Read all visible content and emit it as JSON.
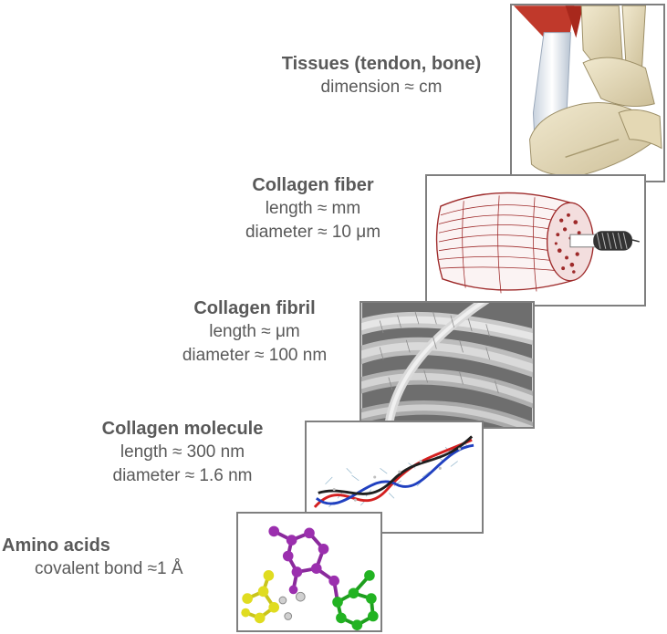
{
  "levels": [
    {
      "title": "Tissues (tendon, bone)",
      "lines": [
        "dimension ≈ cm"
      ],
      "image": "tendon-bone-illustration"
    },
    {
      "title": "Collagen fiber",
      "lines": [
        "length ≈ mm",
        "diameter ≈ 10 μm"
      ],
      "image": "collagen-fiber-illustration"
    },
    {
      "title": "Collagen fibril",
      "lines": [
        "length ≈ μm",
        "diameter ≈ 100 nm"
      ],
      "image": "collagen-fibril-micrograph"
    },
    {
      "title": "Collagen molecule",
      "lines": [
        "length ≈ 300 nm",
        "diameter ≈ 1.6 nm"
      ],
      "image": "triple-helix-model"
    },
    {
      "title": "Amino acids",
      "lines": [
        "covalent bond ≈1 Å"
      ],
      "image": "amino-acid-ball-and-stick"
    }
  ],
  "colors": {
    "text": "#595959",
    "panel_border": "#7f7f7f",
    "fiber_red": "#9e2a2a",
    "helix_red": "#d42020",
    "helix_blue": "#2040c0",
    "helix_black": "#202020",
    "atom_purple": "#9b2fae",
    "atom_yellow": "#e0dc20",
    "atom_green": "#22b322"
  }
}
